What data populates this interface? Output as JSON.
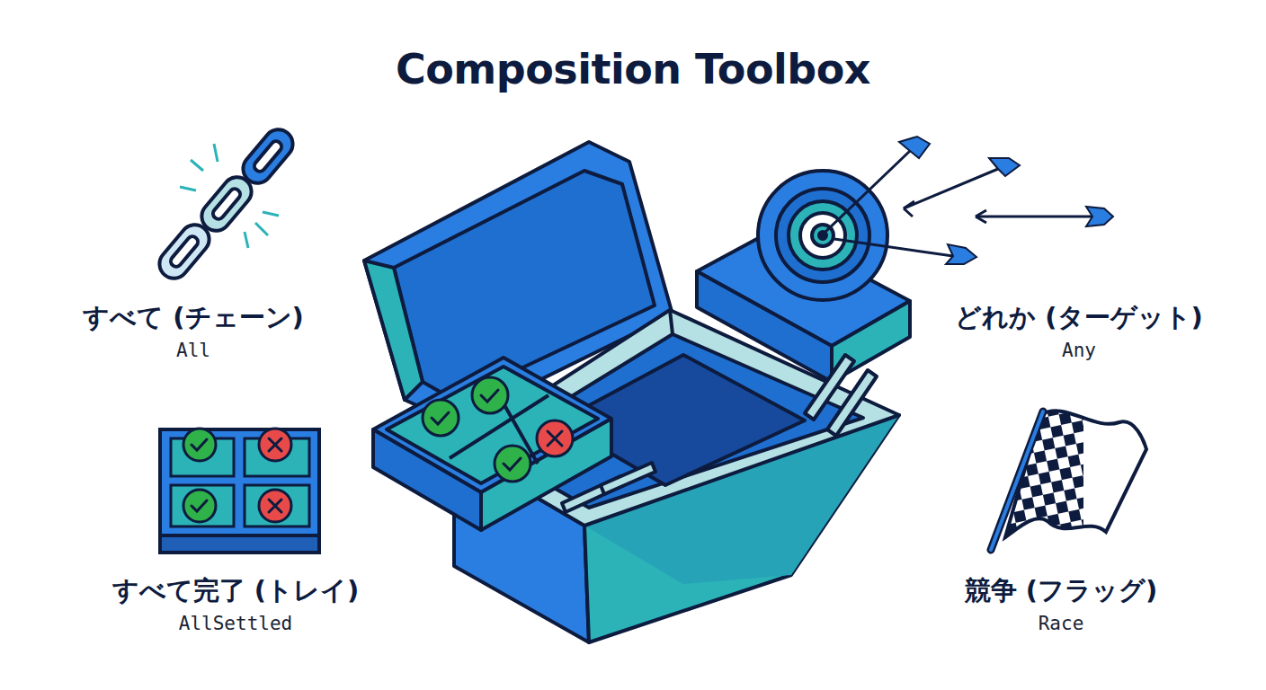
{
  "diagram": {
    "title": "Composition Toolbox",
    "labels": [
      "すべて (チェーン)",
      "All",
      "すべて完了 (トレイ)",
      "AllSettled",
      "どれか (ターゲット)",
      "Any",
      "競争 (フラッグ)",
      "Race"
    ]
  }
}
